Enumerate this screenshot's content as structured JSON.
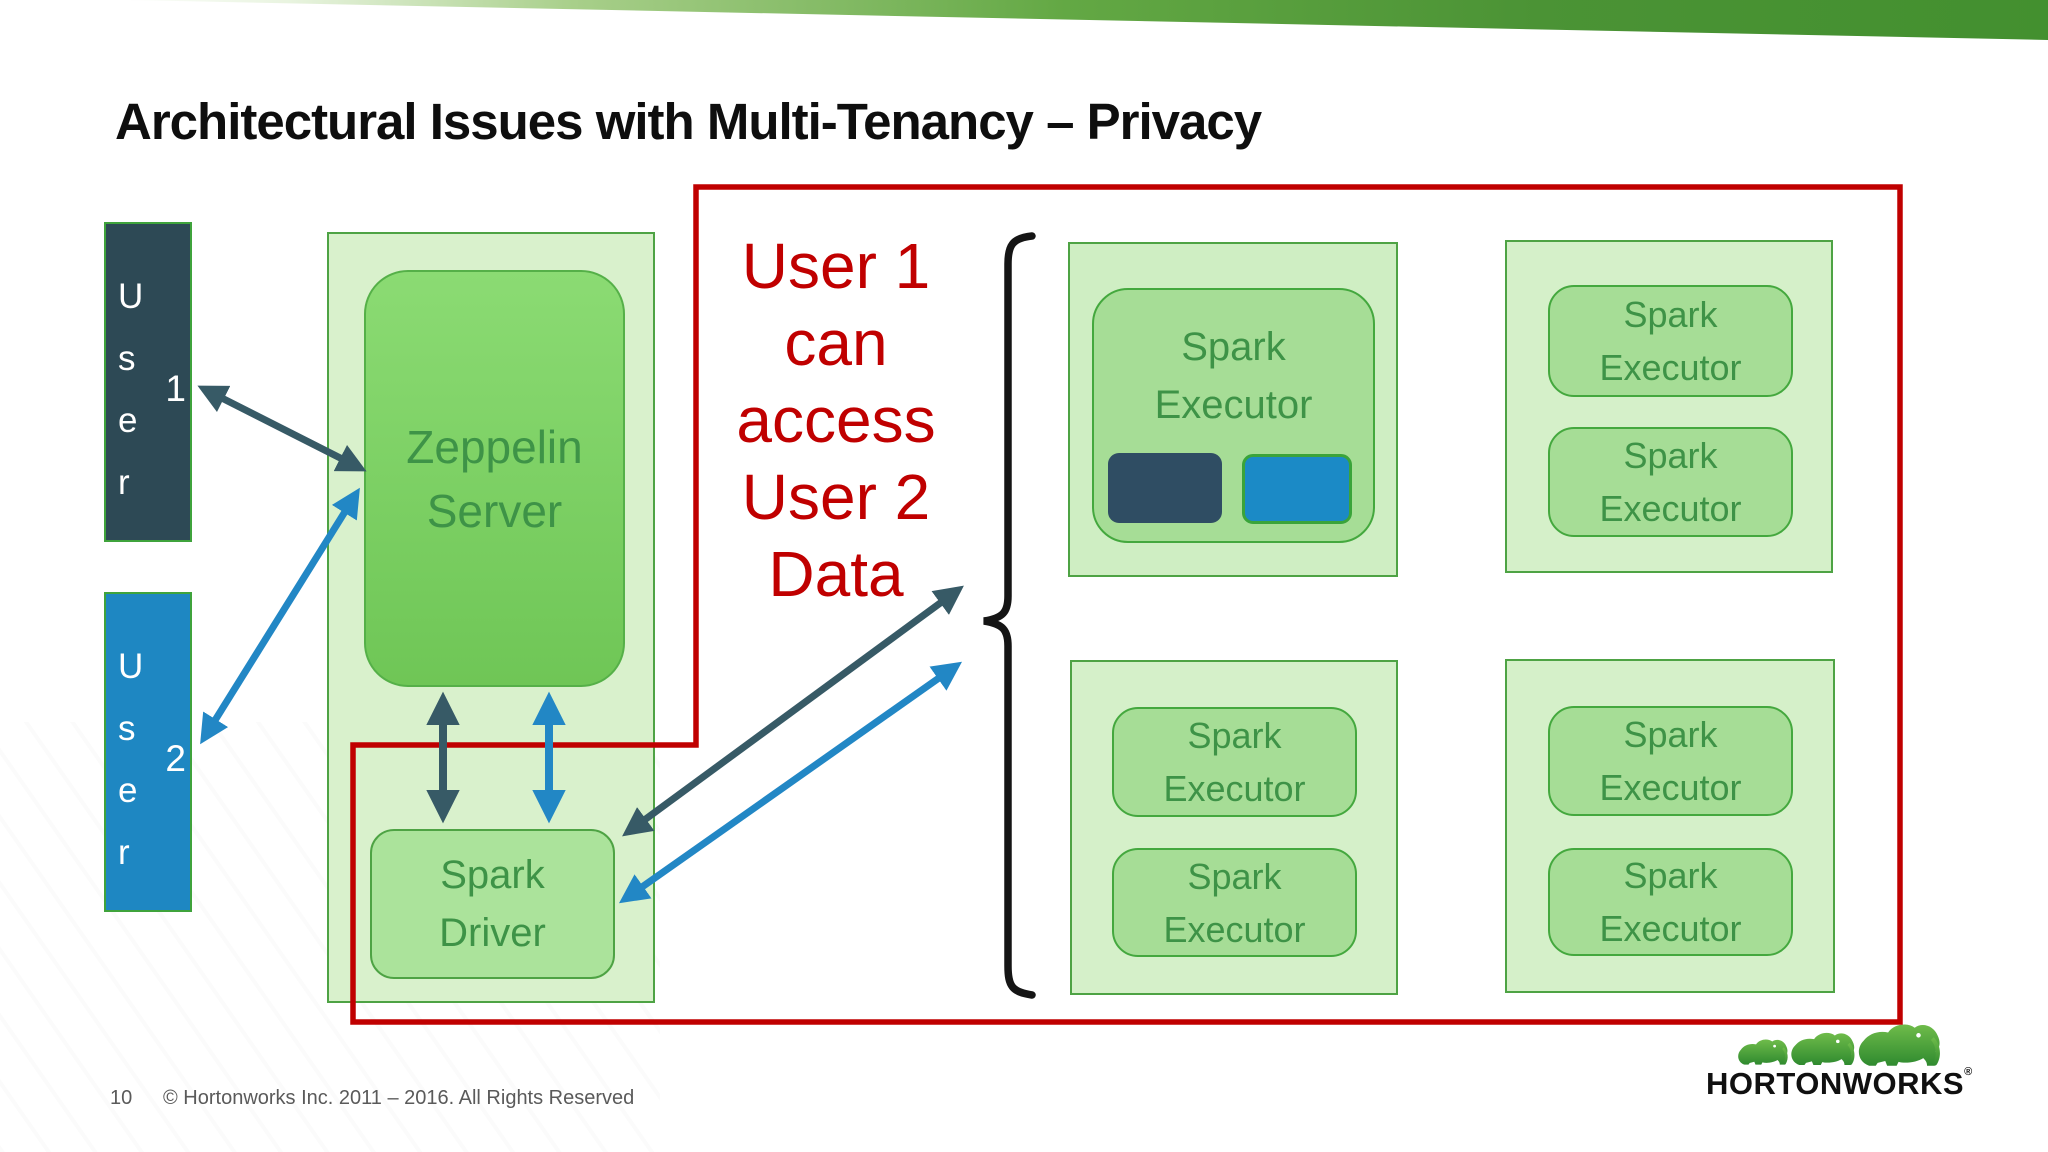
{
  "slide": {
    "title": "Architectural Issues with Multi-Tenancy – Privacy",
    "annotation": {
      "lines": "User 1\ncan\naccess\nUser 2\nData"
    },
    "users": [
      {
        "name": "User 1",
        "letters": "U\ns\ne\nr",
        "number": "1"
      },
      {
        "name": "User 2",
        "letters": "U\ns\ne\nr",
        "number": "2"
      }
    ],
    "zeppelin_group": {
      "server_label": "Zeppelin\nServer",
      "driver_label": "Spark\nDriver"
    },
    "executor_groups": [
      {
        "position": "top-left",
        "executors": [
          {
            "label": "Spark\nExecutor",
            "has_task_chips": true
          }
        ]
      },
      {
        "position": "top-right",
        "executors": [
          {
            "label": "Spark\nExecutor"
          },
          {
            "label": "Spark\nExecutor"
          }
        ]
      },
      {
        "position": "bottom-left",
        "executors": [
          {
            "label": "Spark\nExecutor"
          },
          {
            "label": "Spark\nExecutor"
          }
        ]
      },
      {
        "position": "bottom-right",
        "executors": [
          {
            "label": "Spark\nExecutor"
          },
          {
            "label": "Spark\nExecutor"
          }
        ]
      }
    ],
    "footer": {
      "page_number": "10",
      "copyright": "© Hortonworks Inc. 2011 – 2016. All Rights Reserved"
    },
    "logo": {
      "brand": "HORTONWORKS",
      "registered_mark": "®"
    }
  },
  "colors": {
    "banner_green": "#459133",
    "annotation_red": "#c00000",
    "user1_fill": "#2d4955",
    "user2_fill": "#1e87c2",
    "container_fill": "#d9f1cc",
    "container_border": "#4ea344",
    "server_fill": "#7fd467",
    "executor_fill": "#a6dd96",
    "executor_text": "#3e9347",
    "task_chip_dark": "#2f4d63",
    "task_chip_blue": "#1b8ac6",
    "arrow_dark": "#375a66",
    "arrow_blue": "#2287c5",
    "brace_black": "#151515"
  }
}
